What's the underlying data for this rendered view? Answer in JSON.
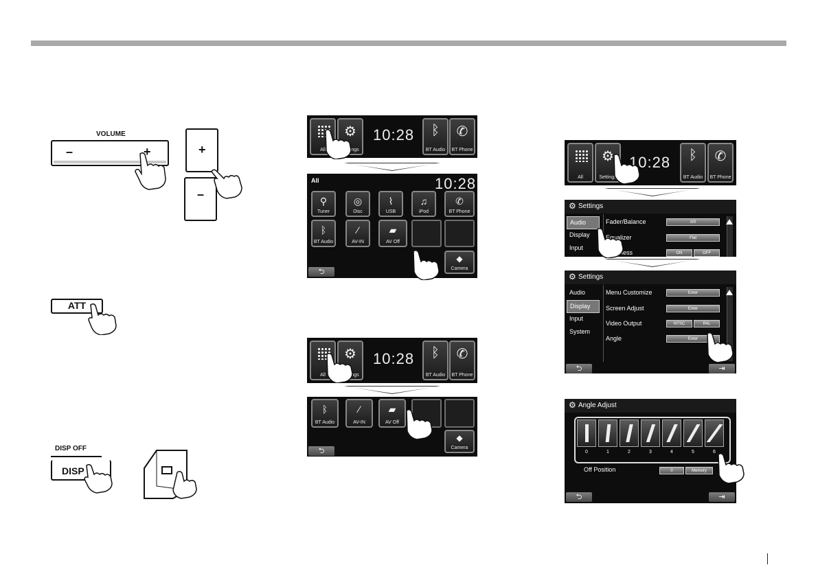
{
  "volume_label": "VOLUME",
  "vol_minus": "–",
  "vol_plus": "+",
  "key_plus": "+",
  "key_minus": "–",
  "att_label": "ATT",
  "disp_off_label": "DISP OFF",
  "disp_label": "DISP",
  "home1": {
    "clock": "10:28",
    "tiles": [
      "All",
      "Settings",
      "BT Audio",
      "BT Phone"
    ]
  },
  "all_screen": {
    "title": "All",
    "clock": "10:28",
    "sources": [
      "Tuner",
      "Disc",
      "USB",
      "iPod",
      "BT Phone",
      "BT Audio",
      "AV-IN",
      "AV Off",
      "Camera"
    ],
    "back": "⮌"
  },
  "home2": {
    "clock": "10:28",
    "tiles": [
      "All",
      "Settings",
      "BT Audio",
      "BT Phone"
    ]
  },
  "shortcut_screen": {
    "sources": [
      "BT Audio",
      "AV-IN",
      "AV Off",
      "Camera"
    ],
    "back": "⮌"
  },
  "home3": {
    "clock": "10:28",
    "tiles": [
      "All",
      "Settings",
      "BT Audio",
      "BT Phone"
    ]
  },
  "settings1": {
    "title": "Settings",
    "menu": [
      "Audio",
      "Display",
      "Input"
    ],
    "rows": [
      "Fader/Balance",
      "Equalizer",
      "Loudness"
    ],
    "fader_value": "0/0",
    "eq_value": "Flat",
    "on": "ON",
    "off": "OFF"
  },
  "settings2": {
    "title": "Settings",
    "menu": [
      "Audio",
      "Display",
      "Input",
      "System"
    ],
    "rows": [
      "Menu Customize",
      "Screen Adjust",
      "Video Output",
      "Angle"
    ],
    "enter": "Enter",
    "ntsc": "NTSC",
    "pal": "PAL",
    "back": "⮌",
    "exit": "⇥"
  },
  "angle": {
    "title": "Angle Adjust",
    "levels": [
      "0",
      "1",
      "2",
      "3",
      "4",
      "5",
      "6"
    ],
    "off_position_label": "Off Position",
    "off_position_value": "0",
    "memory": "Memory",
    "back": "⮌",
    "exit": "⇥"
  }
}
